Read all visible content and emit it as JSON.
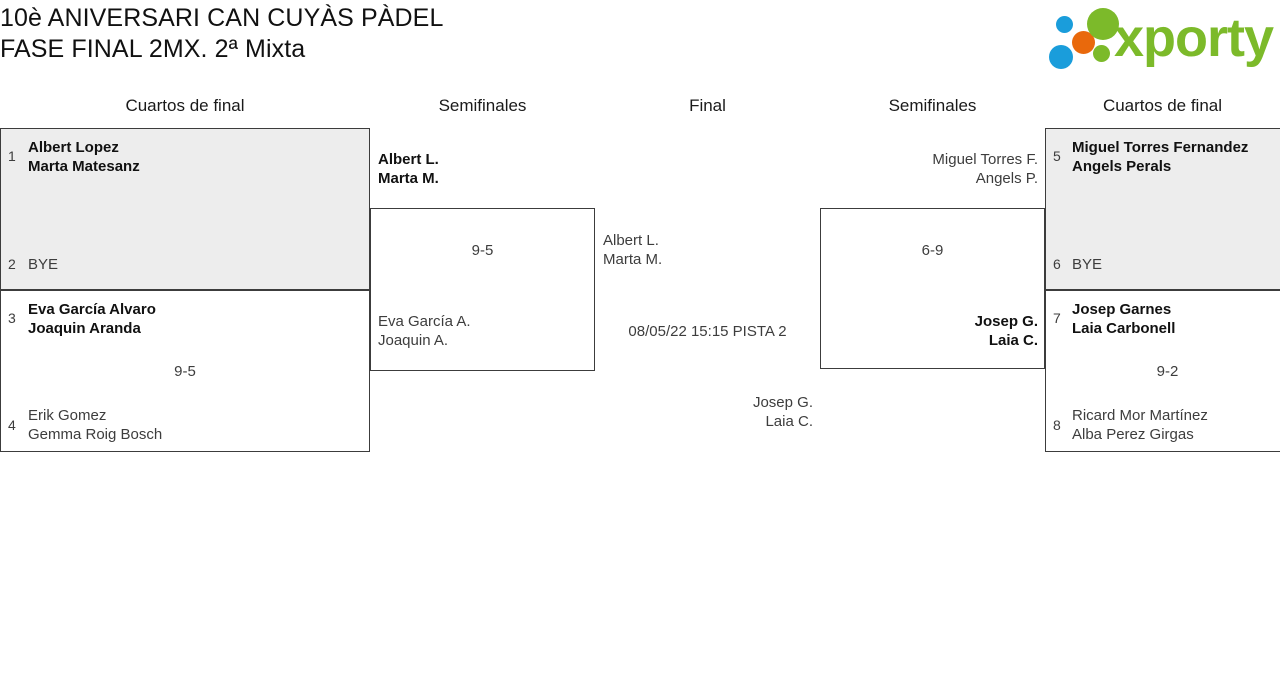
{
  "header": {
    "title_line1": "10è ANIVERSARI CAN CUYÀS PÀDEL",
    "title_line2": "FASE FINAL 2MX. 2ª Mixta",
    "logo_text": "xporty",
    "logo_colors": {
      "green": "#7cba2a",
      "blue": "#1a9ddb",
      "orange": "#e9690c"
    }
  },
  "rounds": [
    {
      "label": "Cuartos de final"
    },
    {
      "label": "Semifinales"
    },
    {
      "label": "Final"
    },
    {
      "label": "Semifinales"
    },
    {
      "label": "Cuartos de final"
    }
  ],
  "bracket": {
    "left_quarterfinals": [
      {
        "seed_top": "1",
        "team_top_line1": "Albert Lopez",
        "team_top_line2": "Marta Matesanz",
        "seed_bottom": "2",
        "team_bottom_line1": "BYE",
        "team_bottom_line2": "",
        "score": ""
      },
      {
        "seed_top": "3",
        "team_top_line1": "Eva García Alvaro",
        "team_top_line2": "Joaquin Aranda",
        "seed_bottom": "4",
        "team_bottom_line1": "Erik Gomez",
        "team_bottom_line2": "Gemma Roig Bosch",
        "score": "9-5"
      }
    ],
    "left_semifinal": {
      "team_top_line1": "Albert L.",
      "team_top_line2": "Marta M.",
      "team_bottom_line1": "Eva García A.",
      "team_bottom_line2": "Joaquin A.",
      "score": "9-5"
    },
    "final": {
      "team_left_line1": "Albert L.",
      "team_left_line2": "Marta M.",
      "team_right_line1": "Josep G.",
      "team_right_line2": "Laia C.",
      "match_info": "08/05/22 15:15 PISTA 2"
    },
    "right_semifinal": {
      "team_top_line1": "Miguel Torres F.",
      "team_top_line2": "Angels P.",
      "team_bottom_line1": "Josep G.",
      "team_bottom_line2": "Laia C.",
      "score": "6-9"
    },
    "right_quarterfinals": [
      {
        "seed_top": "5",
        "team_top_line1": "Miguel Torres Fernandez",
        "team_top_line2": "Angels Perals",
        "seed_bottom": "6",
        "team_bottom_line1": "BYE",
        "team_bottom_line2": "",
        "score": ""
      },
      {
        "seed_top": "7",
        "team_top_line1": "Josep Garnes",
        "team_top_line2": "Laia Carbonell",
        "seed_bottom": "8",
        "team_bottom_line1": "Ricard Mor Martínez",
        "team_bottom_line2": "Alba Perez Girgas",
        "score": "9-2"
      }
    ]
  }
}
